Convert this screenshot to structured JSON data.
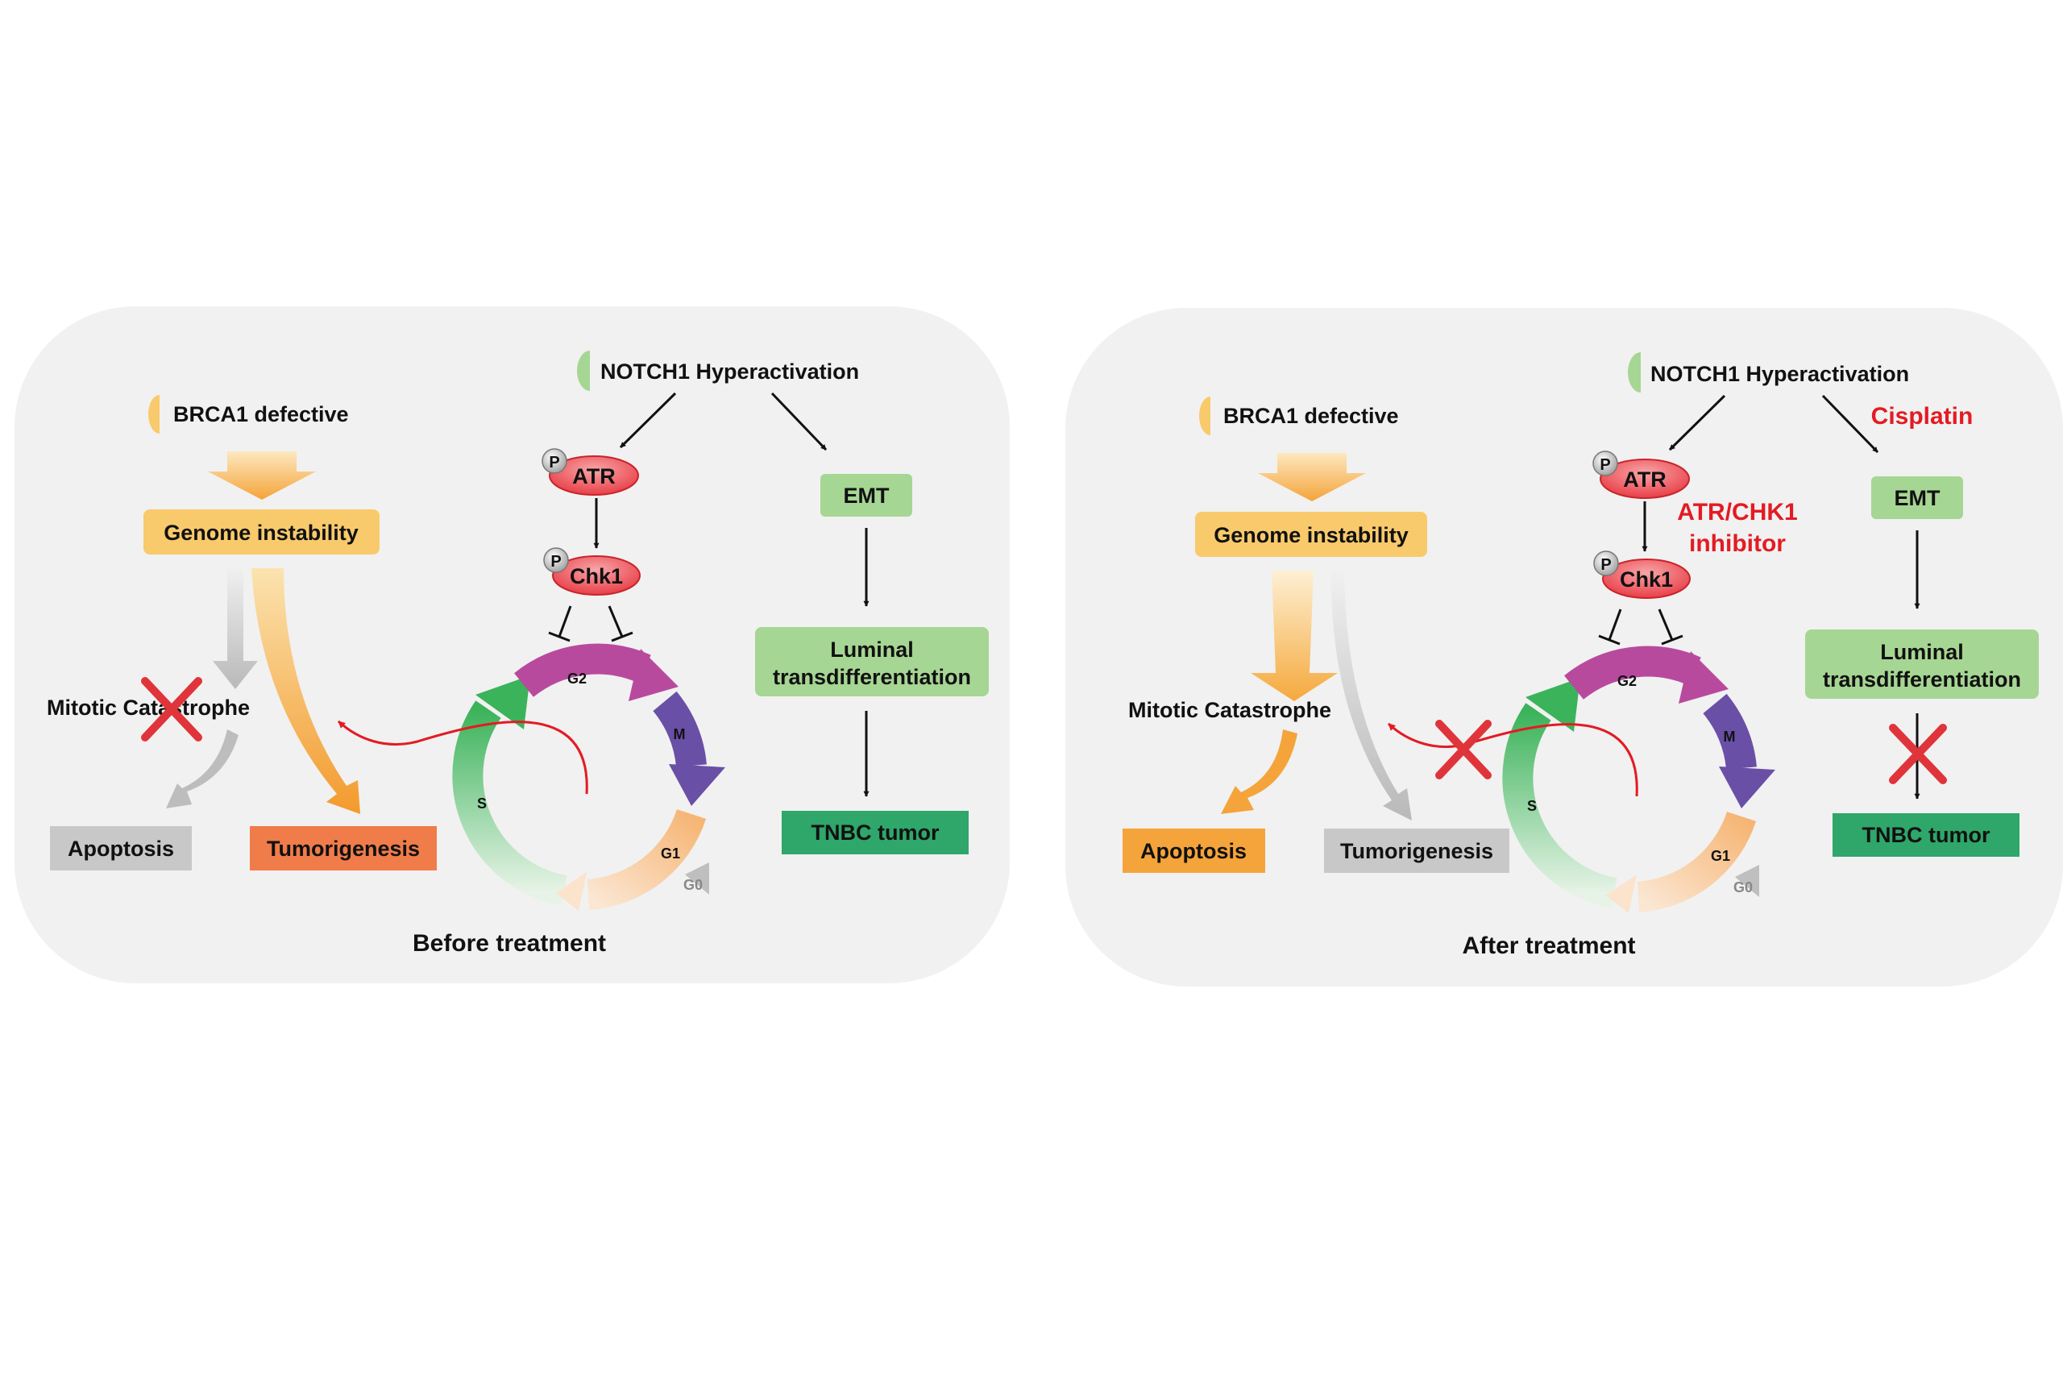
{
  "colors": {
    "panel_bg": "#f1f1f1",
    "genome_box": "#f8ca6b",
    "green_box": "#a6d693",
    "tnbc_box": "#2fa66a",
    "apoptosis_grey": "#c8c8c8",
    "tumorigenesis_orange": "#f07c4a",
    "apoptosis_orange": "#f4a43a",
    "atr_red": "#e8363f",
    "inhibitor_red": "#e31b23",
    "cross_red": "#e0343b",
    "cycle_g2": "#b84a9e",
    "cycle_m": "#6a4fa6",
    "cycle_s": "#3bb35a",
    "cycle_g1": "#f6b574"
  },
  "panels": [
    {
      "id": "before",
      "title": "Before treatment",
      "brca1": "BRCA1 defective",
      "notch1": "NOTCH1 Hyperactivation",
      "genome": "Genome instability",
      "atr": "ATR",
      "chk1": "Chk1",
      "phospho": "P",
      "emt": "EMT",
      "luminal_1": "Luminal",
      "luminal_2": "transdifferentiation",
      "tnbc": "TNBC tumor",
      "mitotic": "Mitotic Catastrophe",
      "apoptosis": "Apoptosis",
      "tumorigenesis": "Tumorigenesis",
      "phase_g2": "G2",
      "phase_m": "M",
      "phase_s": "S",
      "phase_g1": "G1",
      "phase_g0": "G0"
    },
    {
      "id": "after",
      "title": "After treatment",
      "brca1": "BRCA1 defective",
      "notch1": "NOTCH1 Hyperactivation",
      "genome": "Genome instability",
      "atr": "ATR",
      "chk1": "Chk1",
      "phospho": "P",
      "emt": "EMT",
      "luminal_1": "Luminal",
      "luminal_2": "transdifferentiation",
      "tnbc": "TNBC tumor",
      "mitotic": "Mitotic Catastrophe",
      "apoptosis": "Apoptosis",
      "tumorigenesis": "Tumorigenesis",
      "phase_g2": "G2",
      "phase_m": "M",
      "phase_s": "S",
      "phase_g1": "G1",
      "phase_g0": "G0",
      "cisplatin": "Cisplatin",
      "inhibitor_1": "ATR/CHK1",
      "inhibitor_2": "inhibitor"
    }
  ]
}
